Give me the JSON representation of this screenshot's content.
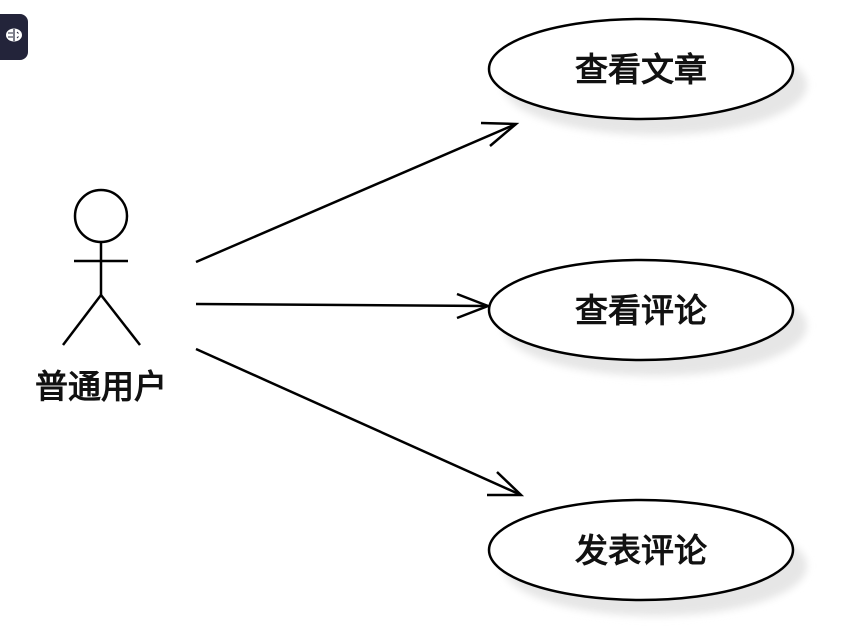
{
  "diagram": {
    "type": "use-case",
    "actor": {
      "name": "普通用户"
    },
    "use_cases": [
      {
        "id": "uc1",
        "label": "查看文章"
      },
      {
        "id": "uc2",
        "label": "查看评论"
      },
      {
        "id": "uc3",
        "label": "发表评论"
      }
    ],
    "associations": [
      {
        "from": "actor",
        "to": "uc1",
        "arrow": "open"
      },
      {
        "from": "actor",
        "to": "uc2",
        "arrow": "open"
      },
      {
        "from": "actor",
        "to": "uc3",
        "arrow": "open"
      }
    ]
  },
  "badge": {
    "icon": "brain-icon",
    "color": "#23243a"
  },
  "colors": {
    "stroke": "#000000",
    "shadow": "#ececec",
    "fill": "#ffffff",
    "text": "#111111"
  }
}
